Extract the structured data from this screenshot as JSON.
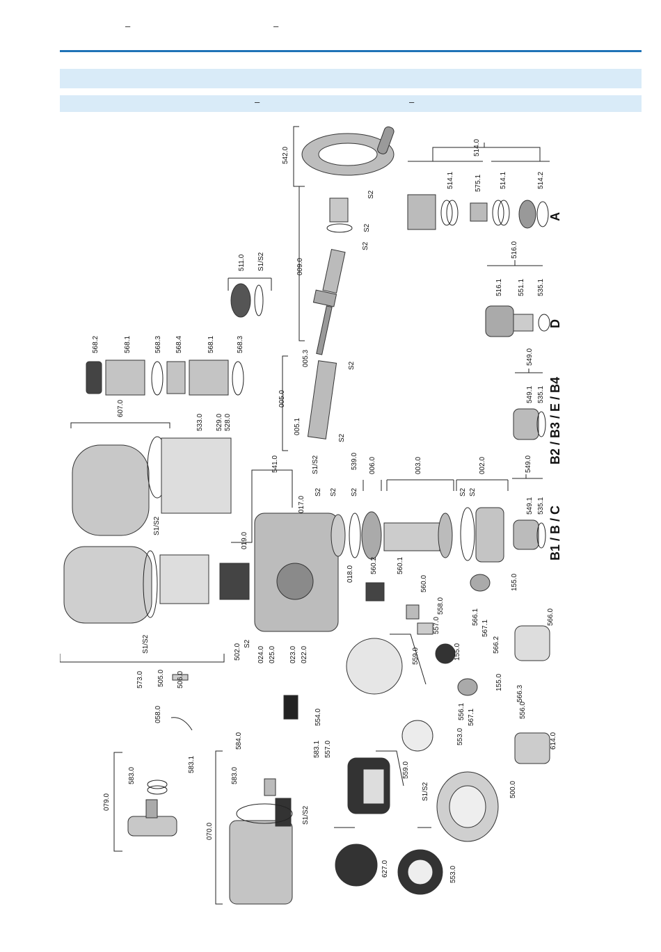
{
  "header": {
    "dash_left": "–",
    "dash_right": "–"
  },
  "band2": {
    "dash_left": "–",
    "dash_right": "–"
  },
  "labels": [
    {
      "id": "542.0",
      "t": "542.0"
    },
    {
      "id": "514.0",
      "t": "514.0"
    },
    {
      "id": "514.1a",
      "t": "514.1"
    },
    {
      "id": "575.1",
      "t": "575.1"
    },
    {
      "id": "514.1b",
      "t": "514.1"
    },
    {
      "id": "514.2",
      "t": "514.2"
    },
    {
      "id": "009.0",
      "t": "009.0"
    },
    {
      "id": "516.0",
      "t": "516.0"
    },
    {
      "id": "516.1",
      "t": "516.1"
    },
    {
      "id": "551.1",
      "t": "551.1"
    },
    {
      "id": "535.1a",
      "t": "535.1"
    },
    {
      "id": "511.0",
      "t": "511.0"
    },
    {
      "id": "s1s2a",
      "t": "S1/S2"
    },
    {
      "id": "568.2",
      "t": "568.2"
    },
    {
      "id": "568.1a",
      "t": "568.1"
    },
    {
      "id": "568.3a",
      "t": "568.3"
    },
    {
      "id": "568.4",
      "t": "568.4"
    },
    {
      "id": "568.1b",
      "t": "568.1"
    },
    {
      "id": "568.3b",
      "t": "568.3"
    },
    {
      "id": "005.0",
      "t": "005.0"
    },
    {
      "id": "005.3",
      "t": "005.3"
    },
    {
      "id": "005.1",
      "t": "005.1"
    },
    {
      "id": "549.0a",
      "t": "549.0"
    },
    {
      "id": "549.1a",
      "t": "549.1"
    },
    {
      "id": "535.1b",
      "t": "535.1"
    },
    {
      "id": "607.0",
      "t": "607.0"
    },
    {
      "id": "533.0",
      "t": "533.0"
    },
    {
      "id": "529.0",
      "t": "529.0"
    },
    {
      "id": "528.0",
      "t": "528.0"
    },
    {
      "id": "s1s2b",
      "t": "S1/S2"
    },
    {
      "id": "541.0",
      "t": "541.0"
    },
    {
      "id": "s1s2c",
      "t": "S1/S2"
    },
    {
      "id": "539.0",
      "t": "539.0"
    },
    {
      "id": "006.0",
      "t": "006.0"
    },
    {
      "id": "003.0",
      "t": "003.0"
    },
    {
      "id": "002.0",
      "t": "002.0"
    },
    {
      "id": "549.0b",
      "t": "549.0"
    },
    {
      "id": "549.1b",
      "t": "549.1"
    },
    {
      "id": "535.1c",
      "t": "535.1"
    },
    {
      "id": "017.0",
      "t": "017.0"
    },
    {
      "id": "019.0",
      "t": "019.0"
    },
    {
      "id": "018.0",
      "t": "018.0"
    },
    {
      "id": "560.2",
      "t": "560.2"
    },
    {
      "id": "560.1",
      "t": "560.1"
    },
    {
      "id": "560.0",
      "t": "560.0"
    },
    {
      "id": "155.0a",
      "t": "155.0"
    },
    {
      "id": "558.0",
      "t": "558.0"
    },
    {
      "id": "557.0a",
      "t": "557.0"
    },
    {
      "id": "566.1",
      "t": "566.1"
    },
    {
      "id": "567.1a",
      "t": "567.1"
    },
    {
      "id": "566.0",
      "t": "566.0"
    },
    {
      "id": "566.2",
      "t": "566.2"
    },
    {
      "id": "155.0b",
      "t": "155.0"
    },
    {
      "id": "155.0c",
      "t": "155.0"
    },
    {
      "id": "566.3",
      "t": "566.3"
    },
    {
      "id": "559.0a",
      "t": "559.0"
    },
    {
      "id": "502.0",
      "t": "502.0"
    },
    {
      "id": "024.0",
      "t": "024.0"
    },
    {
      "id": "025.0",
      "t": "025.0"
    },
    {
      "id": "023.0",
      "t": "023.0"
    },
    {
      "id": "022.0",
      "t": "022.0"
    },
    {
      "id": "s2a",
      "t": "S2"
    },
    {
      "id": "573.0",
      "t": "573.0"
    },
    {
      "id": "505.0",
      "t": "505.0"
    },
    {
      "id": "506.0",
      "t": "506.0"
    },
    {
      "id": "s1s2d",
      "t": "S1/S2"
    },
    {
      "id": "058.0",
      "t": "058.0"
    },
    {
      "id": "554.0",
      "t": "554.0"
    },
    {
      "id": "556.0",
      "t": "556.0"
    },
    {
      "id": "556.1",
      "t": "556.1"
    },
    {
      "id": "567.1b",
      "t": "567.1"
    },
    {
      "id": "553.0a",
      "t": "553.0"
    },
    {
      "id": "614.0",
      "t": "614.0"
    },
    {
      "id": "584.0",
      "t": "584.0"
    },
    {
      "id": "583.1a",
      "t": "583.1"
    },
    {
      "id": "557.0b",
      "t": "557.0"
    },
    {
      "id": "583.0a",
      "t": "583.0"
    },
    {
      "id": "583.0b",
      "t": "583.0"
    },
    {
      "id": "583.1b",
      "t": "583.1"
    },
    {
      "id": "079.0",
      "t": "079.0"
    },
    {
      "id": "070.0",
      "t": "070.0"
    },
    {
      "id": "559.0b",
      "t": "559.0"
    },
    {
      "id": "500.0",
      "t": "500.0"
    },
    {
      "id": "s1s2e",
      "t": "S1/S2"
    },
    {
      "id": "s1s2f",
      "t": "S1/S2"
    },
    {
      "id": "627.0",
      "t": "627.0"
    },
    {
      "id": "553.0b",
      "t": "553.0"
    },
    {
      "id": "s2b",
      "t": "S2"
    },
    {
      "id": "s2c",
      "t": "S2"
    },
    {
      "id": "s2d",
      "t": "S2"
    },
    {
      "id": "s2e",
      "t": "S2"
    },
    {
      "id": "s2f",
      "t": "S2"
    },
    {
      "id": "s2g",
      "t": "S2"
    },
    {
      "id": "s2h",
      "t": "S2"
    },
    {
      "id": "s2i",
      "t": "S2"
    },
    {
      "id": "s2j",
      "t": "S2"
    },
    {
      "id": "s2k",
      "t": "S2"
    }
  ],
  "variants": {
    "A": "A",
    "D": "D",
    "B2B3EB4": "B2 / B3 / E / B4",
    "B1BC": "B1 / B / C"
  }
}
